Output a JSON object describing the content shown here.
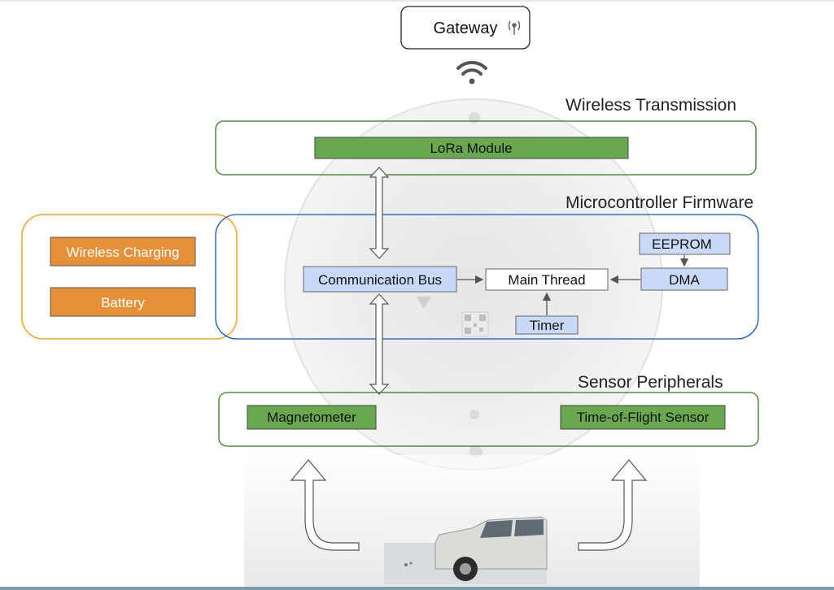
{
  "gateway": {
    "label": "Gateway"
  },
  "sections": {
    "wireless": {
      "title": "Wireless Transmission"
    },
    "firmware": {
      "title": "Microcontroller Firmware"
    },
    "sensors": {
      "title": "Sensor Peripherals"
    }
  },
  "blocks": {
    "lora": "LoRa Module",
    "comm_bus": "Communication Bus",
    "main_thread": "Main Thread",
    "eeprom": "EEPROM",
    "dma": "DMA",
    "timer": "Timer",
    "wireless_charging": "Wireless Charging",
    "battery": "Battery",
    "magnetometer": "Magnetometer",
    "tof_sensor": "Time-of-Flight Sensor"
  },
  "colors": {
    "green_block": "#6aa84f",
    "blue_block": "#c9daf8",
    "orange_block": "#e69138",
    "wireless_group": "#38761d",
    "firmware_group": "#1155cc",
    "power_group": "#f1a51c"
  }
}
